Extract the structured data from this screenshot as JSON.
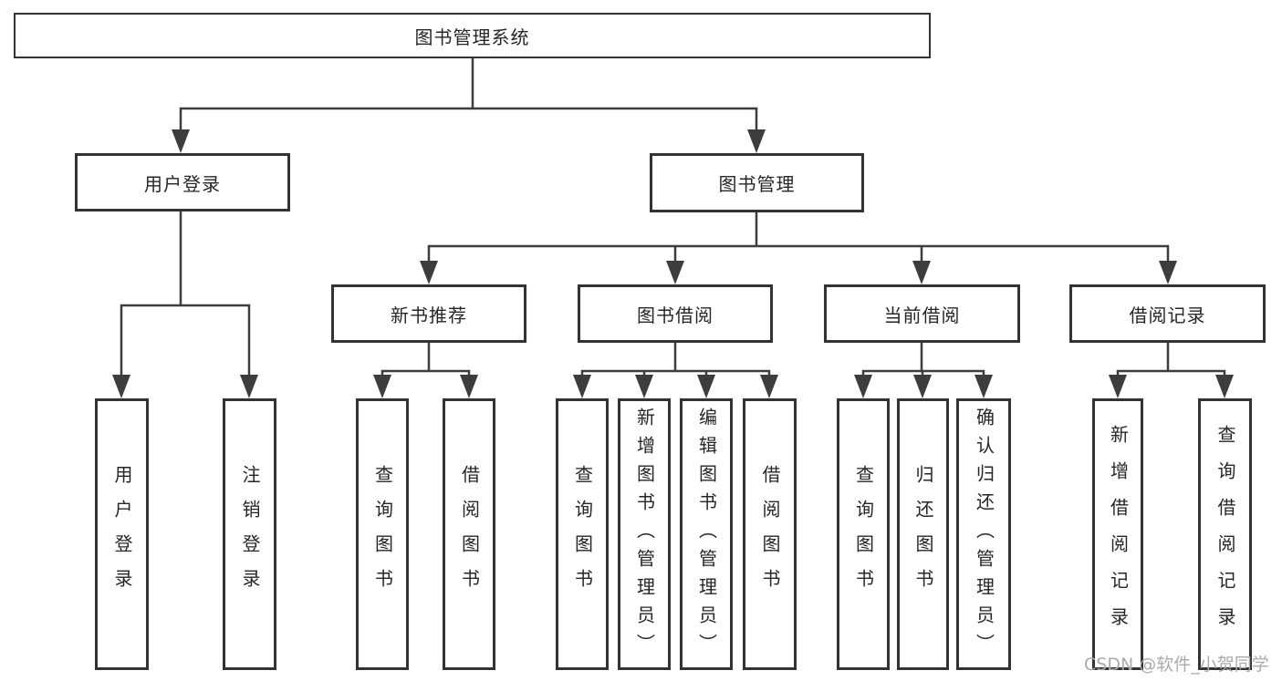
{
  "nodes": {
    "root": {
      "label": "图书管理系统"
    },
    "user_login": {
      "label": "用户登录"
    },
    "book_mgmt": {
      "label": "图书管理"
    },
    "new_book_rec": {
      "label": "新书推荐"
    },
    "book_borrow": {
      "label": "图书借阅"
    },
    "current_borrow": {
      "label": "当前借阅"
    },
    "borrow_records": {
      "label": "借阅记录"
    },
    "leaf_user_login": {
      "label": "用户登录"
    },
    "leaf_logout": {
      "label": "注销登录"
    },
    "leaf_query_book_rec": {
      "label": "查询图书"
    },
    "leaf_borrow_book_rec": {
      "label": "借阅图书"
    },
    "leaf_query_book_borrow": {
      "label": "查询图书"
    },
    "leaf_add_book": {
      "label": "新增图书（管理员）"
    },
    "leaf_edit_book": {
      "label": "编辑图书（管理员）"
    },
    "leaf_borrow_book_borrow": {
      "label": "借阅图书"
    },
    "leaf_query_book_current": {
      "label": "查询图书"
    },
    "leaf_return_book": {
      "label": "归还图书"
    },
    "leaf_confirm_return": {
      "label": "确认归还（管理员）"
    },
    "leaf_add_borrow_record": {
      "label": "新增借阅记录"
    },
    "leaf_query_borrow_record": {
      "label": "查询借阅记录"
    }
  },
  "watermark": "CSDN @软件_小贺同学",
  "colors": {
    "line": "#3d3d3d",
    "box_border": "#333333",
    "text": "#262626",
    "watermark": "#ababab",
    "background": "#ffffff"
  }
}
